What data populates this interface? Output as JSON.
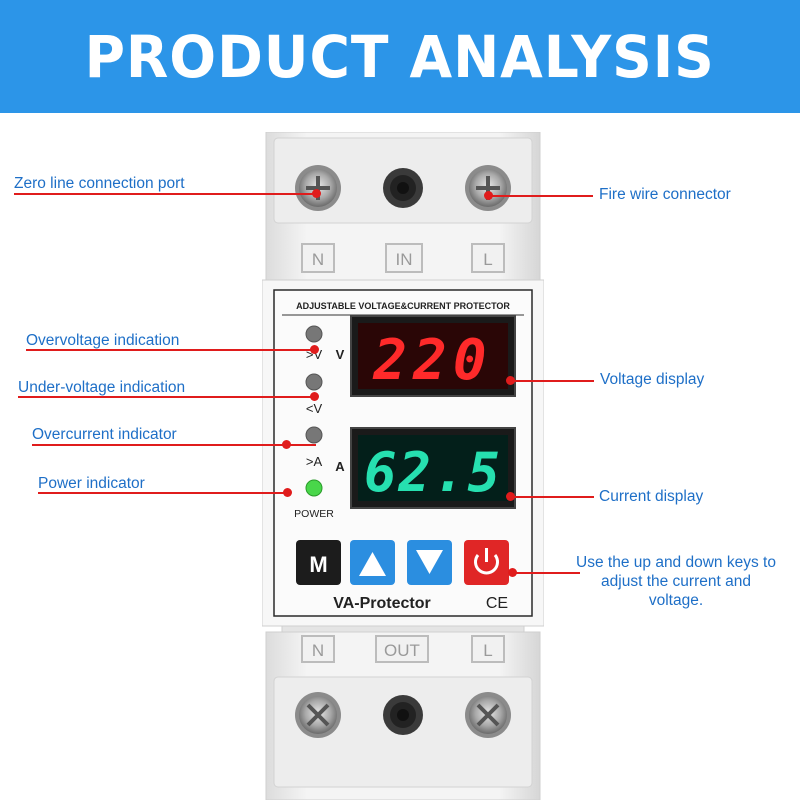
{
  "banner": {
    "title": "PRODUCT ANALYSIS"
  },
  "device": {
    "terminals_top": {
      "n": "N",
      "in": "IN",
      "l": "L"
    },
    "terminals_bottom": {
      "n": "N",
      "out": "OUT",
      "l": "L"
    },
    "panel_title": "ADJUSTABLE VOLTAGE&CURRENT PROTECTOR",
    "labels": {
      "over_v": ">V",
      "under_v": "<V",
      "over_a": ">A",
      "v_unit": "V",
      "a_unit": "A",
      "power": "POWER"
    },
    "voltage_display": {
      "value": "220",
      "color": "#ff2a2a"
    },
    "current_display": {
      "value": "62.5",
      "color": "#26e0b0"
    },
    "buttons": {
      "menu": "M",
      "up": "▲",
      "down": "▼",
      "power": "⏻"
    },
    "brand": "VA-Protector",
    "cert": "CE"
  },
  "callouts": {
    "zero_line": "Zero line connection port",
    "fire_wire": "Fire wire connector",
    "overvoltage": "Overvoltage indication",
    "undervoltage": "Under-voltage indication",
    "overcurrent": "Overcurrent indicator",
    "power_indicator": "Power indicator",
    "voltage_display": "Voltage display",
    "current_display": "Current display",
    "keys": "Use the up and down keys to adjust the current and voltage."
  },
  "colors": {
    "banner": "#2c95e8",
    "callout_text": "#1e6fc7",
    "leader_line": "#e01c1c"
  }
}
